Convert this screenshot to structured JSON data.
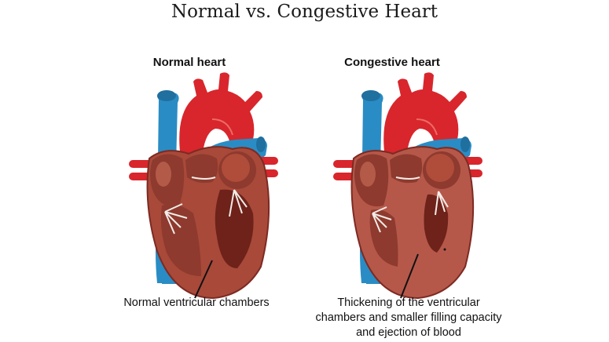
{
  "title": "Normal vs. Congestive Heart",
  "panels": [
    {
      "label": "Normal heart",
      "caption": "Normal ventricular chambers"
    },
    {
      "label": "Congestive heart",
      "caption_lines": [
        "Thickening of the ventricular",
        "chambers and smaller filling capacity",
        "and ejection of blood"
      ]
    }
  ],
  "colors": {
    "artery_red": "#d8262c",
    "vein_blue": "#2a8cc4",
    "muscle": "#a8493a",
    "muscle_dark": "#7d2a22",
    "chamber": "#8e3a2e",
    "valve_white": "#f2ece8",
    "pointer": "#111111"
  }
}
